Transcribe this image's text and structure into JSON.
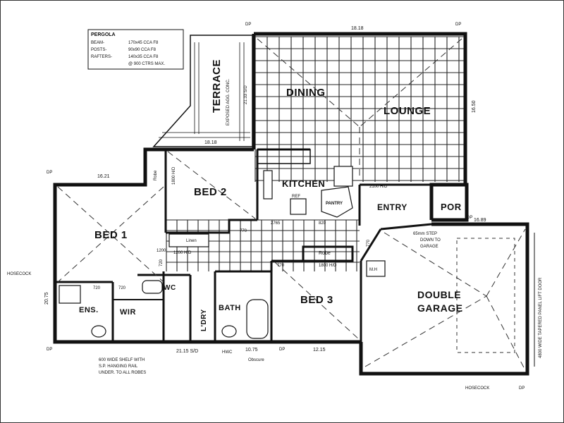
{
  "pergola": {
    "title": "PERGOLA",
    "rows": [
      {
        "label": "BEAM-",
        "value": "170x45 CCA F8"
      },
      {
        "label": "POSTS-",
        "value": "90x90 CCA F8"
      },
      {
        "label": "RAFTERS-",
        "value": "140x35 CCA F8"
      },
      {
        "label": "",
        "value": "@ 900 CTRS MAX."
      }
    ]
  },
  "rooms": {
    "dining": "DINING",
    "lounge": "LOUNGE",
    "terrace": "TERRACE",
    "terrace_note": "EXPOSED AGG. CONC.",
    "kitchen": "KITCHEN",
    "pantry": "PANTRY",
    "entry": "ENTRY",
    "por": "POR",
    "bed1": "BED 1",
    "bed2": "BED 2",
    "bed3": "BED 3",
    "ens": "ENS.",
    "wir": "WIR",
    "wc": "WC",
    "ldry": "L'DRY",
    "bath": "BATH",
    "double": "DOUBLE",
    "garage": "GARAGE",
    "robe": "Robe",
    "robe2": "Robe",
    "linen": "Linen"
  },
  "dimensions": {
    "top": "18.18",
    "right_lounge": "16.50",
    "mid": "18.18",
    "bed1_top": "16.21",
    "garage_top": "16.89",
    "terrace_side": "21.33 S/D",
    "left_side": "20.75",
    "bottom_a": "21.15 S/D",
    "bottom_b": "10.75",
    "bottom_c": "12.15",
    "bed2_head": "1800 H/D",
    "bed3_head": "1800 H/D",
    "hall_head": "1200 H/D",
    "kitchen_head": "2100 H/D",
    "door_770a": "770",
    "door_770b": "770",
    "door_770c": "770",
    "door_720a": "720",
    "door_720b": "720",
    "door_720c": "720",
    "door_2765": "2765",
    "door_820": "820",
    "door_1200": "1200",
    "hw": "HWC"
  },
  "labels": {
    "dp_tl": "DP",
    "dp_tr": "DP",
    "dp_left": "DP",
    "dp_bl": "DP",
    "dp_bm": "DP",
    "dp_br": "DP",
    "dp_garage": "DP",
    "hosecock_left": "HOSECOCK",
    "hosecock_right": "HOSECOCK",
    "step_note_1": "65mm STEP",
    "step_note_2": "DOWN TO",
    "step_note_3": "GARAGE",
    "garage_door": "4800 WIDE TAPERED PANEL LIFT DOOR",
    "shelf_note_1": "600 WIDE SHELF WITH",
    "shelf_note_2": "S.P. HANGING RAIL",
    "shelf_note_3": "UNDER. TO ALL ROBES",
    "obscure": "Obscure",
    "ref": "REF",
    "mh": "M.H"
  }
}
